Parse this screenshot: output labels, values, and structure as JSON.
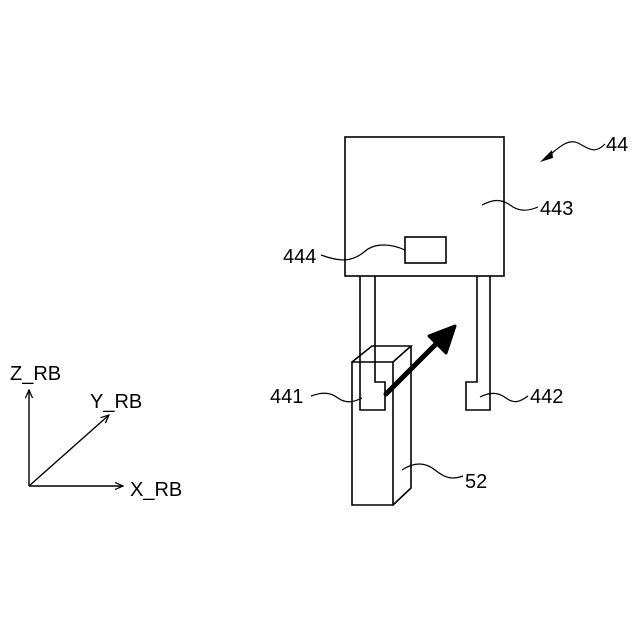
{
  "figure": {
    "labels": {
      "gripper": "44",
      "gripper_body": "443",
      "sensor": "444",
      "finger_left": "441",
      "finger_right": "442",
      "workpiece": "52"
    },
    "axes": {
      "z": "Z_RB",
      "y": "Y_RB",
      "x": "X_RB"
    }
  }
}
